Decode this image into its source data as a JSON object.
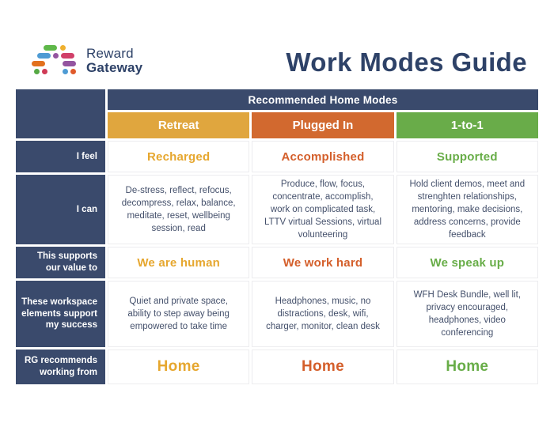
{
  "header": {
    "logo_line1": "Reward",
    "logo_line2": "Gateway",
    "title": "Work Modes Guide"
  },
  "colors": {
    "navy": "#3a4a6c",
    "retreat_accent": "#e0a63e",
    "plugged_accent": "#d2692f",
    "one_to_one_accent": "#69ac49"
  },
  "table": {
    "banner": "Recommended Home Modes",
    "columns": [
      {
        "label": "Retreat"
      },
      {
        "label": "Plugged In"
      },
      {
        "label": "1-to-1"
      }
    ],
    "rows": [
      {
        "label": "I feel",
        "cells": [
          "Recharged",
          "Accomplished",
          "Supported"
        ]
      },
      {
        "label": "I can",
        "cells": [
          "De-stress, reflect, refocus, decompress, relax, balance, meditate, reset, wellbeing session, read",
          "Produce, flow, focus, concentrate, accomplish, work on complicated task, LTTV virtual Sessions, virtual volunteering",
          "Hold client demos, meet and strenghten relationships, mentoring, make decisions, address concerns, provide feedback"
        ]
      },
      {
        "label": "This supports our value to",
        "cells": [
          "We are human",
          "We work hard",
          "We speak up"
        ]
      },
      {
        "label": "These workspace elements support my success",
        "cells": [
          "Quiet and private space, ability to step away being empowered to take time",
          "Headphones, music, no distractions, desk, wifi, charger, monitor, clean desk",
          "WFH Desk Bundle, well lit, privacy encouraged, headphones, video conferencing"
        ]
      },
      {
        "label": "RG recommends working from",
        "cells": [
          "Home",
          "Home",
          "Home"
        ]
      }
    ]
  }
}
